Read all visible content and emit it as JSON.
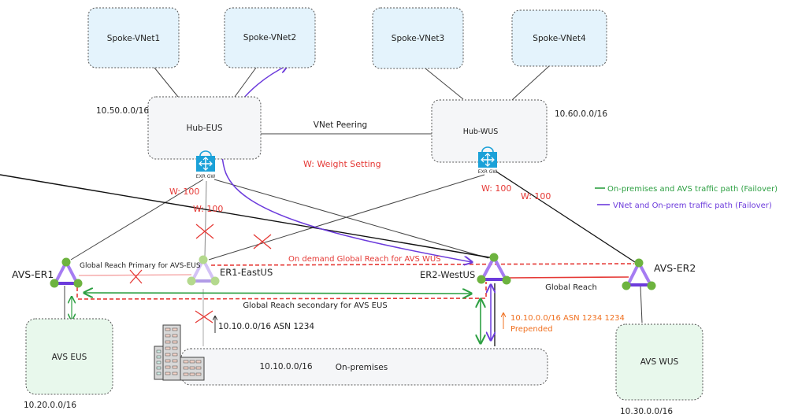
{
  "nodes": {
    "spoke1": "Spoke-VNet1",
    "spoke2": "Spoke-VNet2",
    "spoke3": "Spoke-VNet3",
    "spoke4": "Spoke-VNet4",
    "hub_eus": "Hub-EUS",
    "hub_wus": "Hub-WUS",
    "hub_eus_cidr": "10.50.0.0/16",
    "hub_wus_cidr": "10.60.0.0/16",
    "gw_label": "EXR GW",
    "avs_er1": "AVS-ER1",
    "er1_eastus": "ER1-EastUS",
    "er2_westus": "ER2-WestUS",
    "avs_er2": "AVS-ER2",
    "avs_eus": "AVS EUS",
    "avs_wus": "AVS WUS",
    "avs_eus_cidr": "10.20.0.0/16",
    "avs_wus_cidr": "10.30.0.0/16",
    "onprem": "On-premises",
    "onprem_cidr": "10.10.0.0/16"
  },
  "labels": {
    "vnet_peering": "VNet Peering",
    "weight_setting": "W: Weight Setting",
    "w_eus_1": "W: 100",
    "w_eus_2": "W: 100",
    "w_wus_1": "W: 100",
    "w_wus_2": "W: 100",
    "gr_primary": "Global Reach Primary for AVS-EUS",
    "gr_on_demand": "On demand Global Reach for AVS WUS",
    "gr_secondary": "Global Reach secondary for AVS EUS",
    "global_reach": "Global Reach",
    "route_er1": "10.10.0.0/16 ASN 1234",
    "route_er2_line1": "10.10.0.0/16 ASN 1234 1234",
    "route_er2_line2": "Prepended"
  },
  "legend": {
    "green": "On-premises and AVS traffic path (Failover)",
    "purple": "VNet and On-prem traffic path (Failover)"
  },
  "colors": {
    "green": "#2ea043",
    "purple": "#6c3bdc",
    "red": "#e53935",
    "orange": "#f07020",
    "spoke_fill": "#e4f3fc",
    "hub_fill": "#f5f6f8",
    "avs_fill": "#e8f8ec"
  }
}
